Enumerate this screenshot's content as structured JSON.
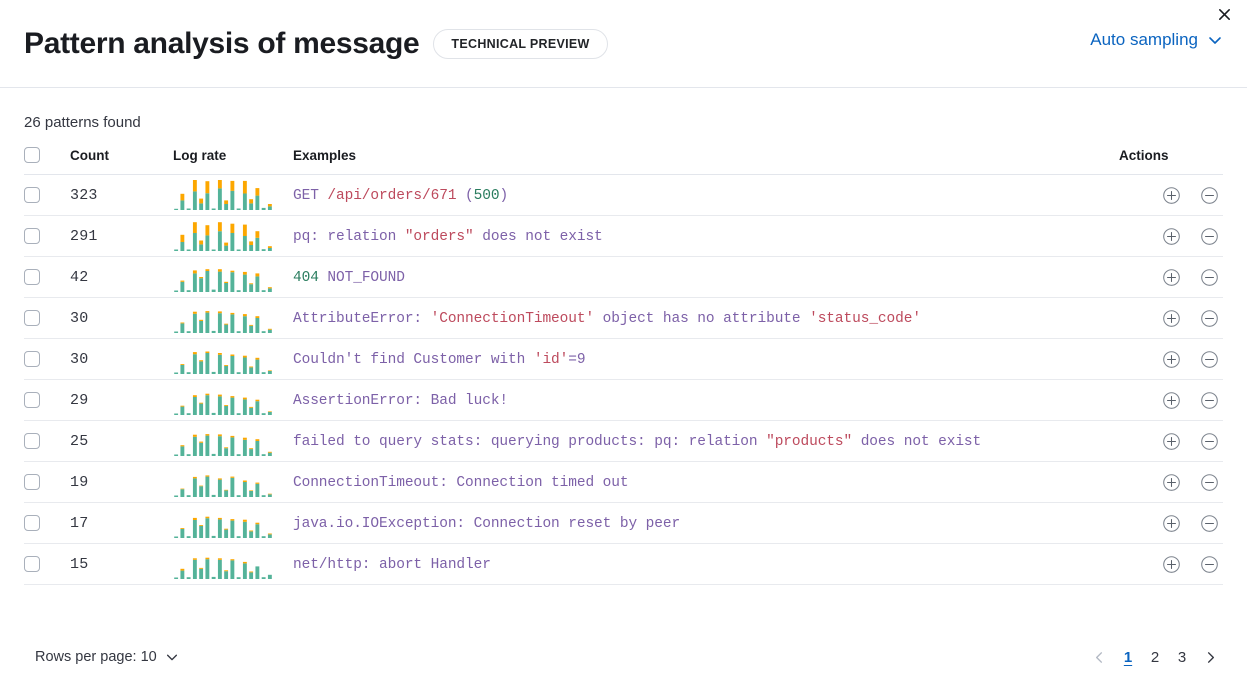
{
  "header": {
    "title": "Pattern analysis of message",
    "badge": "TECHNICAL PREVIEW",
    "sampling_label": "Auto sampling",
    "sampling_chevron_icon": "chevron-down-icon",
    "close_icon": "close-icon"
  },
  "summary": {
    "patterns_found": "26 patterns found"
  },
  "table": {
    "columns": {
      "select": "",
      "count": "Count",
      "log_rate": "Log rate",
      "examples": "Examples",
      "actions": "Actions"
    },
    "action_icons": {
      "include": "plus-in-circle-icon",
      "exclude": "minus-in-circle-icon"
    },
    "colors": {
      "bar_primary": "#54b399",
      "bar_secondary": "#fca700",
      "token_text": "#7d61a8",
      "token_value": "#bd4a5d",
      "token_number": "#2a7d5f",
      "accent": "#0b64c0"
    },
    "rows": [
      {
        "count": "323",
        "example": "GET /api/orders/671 (500)",
        "tokens": [
          {
            "t": "GET ",
            "c": "text"
          },
          {
            "t": "/api/orders/671",
            "c": "value"
          },
          {
            "t": " ",
            "c": "text"
          },
          {
            "t": "(",
            "c": "text"
          },
          {
            "t": "500",
            "c": "number"
          },
          {
            "t": ")",
            "c": "text"
          }
        ],
        "bars": [
          {
            "a": 0.04,
            "b": 0.0
          },
          {
            "a": 0.32,
            "b": 0.22
          },
          {
            "a": 0.05,
            "b": 0.0
          },
          {
            "a": 0.62,
            "b": 0.38
          },
          {
            "a": 0.22,
            "b": 0.16
          },
          {
            "a": 0.56,
            "b": 0.4
          },
          {
            "a": 0.05,
            "b": 0.0
          },
          {
            "a": 0.72,
            "b": 0.28
          },
          {
            "a": 0.2,
            "b": 0.12
          },
          {
            "a": 0.64,
            "b": 0.33
          },
          {
            "a": 0.05,
            "b": 0.0
          },
          {
            "a": 0.55,
            "b": 0.42
          },
          {
            "a": 0.22,
            "b": 0.14
          },
          {
            "a": 0.48,
            "b": 0.25
          },
          {
            "a": 0.07,
            "b": 0.0
          },
          {
            "a": 0.12,
            "b": 0.08
          }
        ]
      },
      {
        "count": "291",
        "example": "pq: relation \"orders\" does not exist",
        "tokens": [
          {
            "t": "pq: relation ",
            "c": "text"
          },
          {
            "t": "\"orders\"",
            "c": "value"
          },
          {
            "t": " does not exist",
            "c": "text"
          }
        ],
        "bars": [
          {
            "a": 0.05,
            "b": 0.0
          },
          {
            "a": 0.3,
            "b": 0.24
          },
          {
            "a": 0.05,
            "b": 0.0
          },
          {
            "a": 0.6,
            "b": 0.36
          },
          {
            "a": 0.22,
            "b": 0.13
          },
          {
            "a": 0.52,
            "b": 0.34
          },
          {
            "a": 0.05,
            "b": 0.0
          },
          {
            "a": 0.66,
            "b": 0.3
          },
          {
            "a": 0.18,
            "b": 0.1
          },
          {
            "a": 0.6,
            "b": 0.31
          },
          {
            "a": 0.05,
            "b": 0.0
          },
          {
            "a": 0.5,
            "b": 0.38
          },
          {
            "a": 0.2,
            "b": 0.12
          },
          {
            "a": 0.44,
            "b": 0.22
          },
          {
            "a": 0.06,
            "b": 0.0
          },
          {
            "a": 0.1,
            "b": 0.06
          }
        ]
      },
      {
        "count": "42",
        "example": "404 NOT_FOUND",
        "tokens": [
          {
            "t": "404",
            "c": "number"
          },
          {
            "t": " NOT_FOUND",
            "c": "text"
          }
        ],
        "bars": [
          {
            "a": 0.05,
            "b": 0.0
          },
          {
            "a": 0.34,
            "b": 0.04
          },
          {
            "a": 0.06,
            "b": 0.0
          },
          {
            "a": 0.62,
            "b": 0.1
          },
          {
            "a": 0.46,
            "b": 0.04
          },
          {
            "a": 0.7,
            "b": 0.06
          },
          {
            "a": 0.08,
            "b": 0.0
          },
          {
            "a": 0.68,
            "b": 0.08
          },
          {
            "a": 0.3,
            "b": 0.04
          },
          {
            "a": 0.66,
            "b": 0.05
          },
          {
            "a": 0.06,
            "b": 0.0
          },
          {
            "a": 0.58,
            "b": 0.09
          },
          {
            "a": 0.26,
            "b": 0.03
          },
          {
            "a": 0.52,
            "b": 0.1
          },
          {
            "a": 0.06,
            "b": 0.0
          },
          {
            "a": 0.12,
            "b": 0.04
          }
        ]
      },
      {
        "count": "30",
        "example": "AttributeError: 'ConnectionTimeout' object has no attribute 'status_code'",
        "tokens": [
          {
            "t": "AttributeError: ",
            "c": "text"
          },
          {
            "t": "'ConnectionTimeout'",
            "c": "value"
          },
          {
            "t": " object has no attribute ",
            "c": "text"
          },
          {
            "t": "'status_code'",
            "c": "value"
          }
        ],
        "bars": [
          {
            "a": 0.05,
            "b": 0.0
          },
          {
            "a": 0.32,
            "b": 0.03
          },
          {
            "a": 0.06,
            "b": 0.0
          },
          {
            "a": 0.64,
            "b": 0.07
          },
          {
            "a": 0.4,
            "b": 0.04
          },
          {
            "a": 0.68,
            "b": 0.05
          },
          {
            "a": 0.07,
            "b": 0.0
          },
          {
            "a": 0.66,
            "b": 0.06
          },
          {
            "a": 0.28,
            "b": 0.03
          },
          {
            "a": 0.62,
            "b": 0.05
          },
          {
            "a": 0.06,
            "b": 0.0
          },
          {
            "a": 0.56,
            "b": 0.07
          },
          {
            "a": 0.24,
            "b": 0.03
          },
          {
            "a": 0.5,
            "b": 0.06
          },
          {
            "a": 0.06,
            "b": 0.0
          },
          {
            "a": 0.11,
            "b": 0.03
          }
        ]
      },
      {
        "count": "30",
        "example": "Couldn't find Customer with 'id'=9",
        "tokens": [
          {
            "t": "Couldn't find Customer with ",
            "c": "text"
          },
          {
            "t": "'id'",
            "c": "value"
          },
          {
            "t": "=9",
            "c": "text"
          }
        ],
        "bars": [
          {
            "a": 0.05,
            "b": 0.0
          },
          {
            "a": 0.3,
            "b": 0.03
          },
          {
            "a": 0.06,
            "b": 0.0
          },
          {
            "a": 0.66,
            "b": 0.07
          },
          {
            "a": 0.42,
            "b": 0.04
          },
          {
            "a": 0.7,
            "b": 0.05
          },
          {
            "a": 0.07,
            "b": 0.0
          },
          {
            "a": 0.64,
            "b": 0.06
          },
          {
            "a": 0.27,
            "b": 0.03
          },
          {
            "a": 0.6,
            "b": 0.05
          },
          {
            "a": 0.06,
            "b": 0.0
          },
          {
            "a": 0.55,
            "b": 0.06
          },
          {
            "a": 0.22,
            "b": 0.03
          },
          {
            "a": 0.48,
            "b": 0.06
          },
          {
            "a": 0.06,
            "b": 0.0
          },
          {
            "a": 0.1,
            "b": 0.02
          }
        ]
      },
      {
        "count": "29",
        "example": "AssertionError: Bad luck!",
        "tokens": [
          {
            "t": "AssertionError: Bad luck!",
            "c": "text"
          }
        ],
        "bars": [
          {
            "a": 0.05,
            "b": 0.0
          },
          {
            "a": 0.28,
            "b": 0.03
          },
          {
            "a": 0.06,
            "b": 0.0
          },
          {
            "a": 0.6,
            "b": 0.06
          },
          {
            "a": 0.38,
            "b": 0.03
          },
          {
            "a": 0.66,
            "b": 0.05
          },
          {
            "a": 0.07,
            "b": 0.0
          },
          {
            "a": 0.62,
            "b": 0.06
          },
          {
            "a": 0.3,
            "b": 0.03
          },
          {
            "a": 0.58,
            "b": 0.05
          },
          {
            "a": 0.06,
            "b": 0.0
          },
          {
            "a": 0.52,
            "b": 0.06
          },
          {
            "a": 0.24,
            "b": 0.03
          },
          {
            "a": 0.46,
            "b": 0.05
          },
          {
            "a": 0.06,
            "b": 0.0
          },
          {
            "a": 0.1,
            "b": 0.02
          }
        ]
      },
      {
        "count": "25",
        "example": "failed to query stats: querying products: pq: relation \"products\" does not exist",
        "tokens": [
          {
            "t": "failed to query stats: querying products: pq: relation ",
            "c": "text"
          },
          {
            "t": "\"products\"",
            "c": "value"
          },
          {
            "t": " does not exist",
            "c": "text"
          }
        ],
        "bars": [
          {
            "a": 0.05,
            "b": 0.0
          },
          {
            "a": 0.32,
            "b": 0.04
          },
          {
            "a": 0.06,
            "b": 0.0
          },
          {
            "a": 0.64,
            "b": 0.07
          },
          {
            "a": 0.44,
            "b": 0.04
          },
          {
            "a": 0.68,
            "b": 0.05
          },
          {
            "a": 0.07,
            "b": 0.0
          },
          {
            "a": 0.66,
            "b": 0.06
          },
          {
            "a": 0.26,
            "b": 0.03
          },
          {
            "a": 0.62,
            "b": 0.05
          },
          {
            "a": 0.06,
            "b": 0.0
          },
          {
            "a": 0.54,
            "b": 0.07
          },
          {
            "a": 0.23,
            "b": 0.03
          },
          {
            "a": 0.5,
            "b": 0.06
          },
          {
            "a": 0.06,
            "b": 0.0
          },
          {
            "a": 0.11,
            "b": 0.03
          }
        ]
      },
      {
        "count": "19",
        "example": "ConnectionTimeout: Connection timed out",
        "tokens": [
          {
            "t": "ConnectionTimeout: Connection timed out",
            "c": "text"
          }
        ],
        "bars": [
          {
            "a": 0.05,
            "b": 0.0
          },
          {
            "a": 0.26,
            "b": 0.02
          },
          {
            "a": 0.06,
            "b": 0.0
          },
          {
            "a": 0.62,
            "b": 0.05
          },
          {
            "a": 0.36,
            "b": 0.02
          },
          {
            "a": 0.68,
            "b": 0.04
          },
          {
            "a": 0.07,
            "b": 0.0
          },
          {
            "a": 0.58,
            "b": 0.04
          },
          {
            "a": 0.22,
            "b": 0.02
          },
          {
            "a": 0.64,
            "b": 0.04
          },
          {
            "a": 0.06,
            "b": 0.0
          },
          {
            "a": 0.5,
            "b": 0.05
          },
          {
            "a": 0.2,
            "b": 0.02
          },
          {
            "a": 0.44,
            "b": 0.04
          },
          {
            "a": 0.06,
            "b": 0.0
          },
          {
            "a": 0.09,
            "b": 0.02
          }
        ]
      },
      {
        "count": "17",
        "example": "java.io.IOException: Connection reset by peer",
        "tokens": [
          {
            "t": "java.io.IOException: Connection reset by peer",
            "c": "text"
          }
        ],
        "bars": [
          {
            "a": 0.05,
            "b": 0.0
          },
          {
            "a": 0.3,
            "b": 0.03
          },
          {
            "a": 0.06,
            "b": 0.0
          },
          {
            "a": 0.6,
            "b": 0.07
          },
          {
            "a": 0.4,
            "b": 0.03
          },
          {
            "a": 0.66,
            "b": 0.05
          },
          {
            "a": 0.07,
            "b": 0.0
          },
          {
            "a": 0.62,
            "b": 0.05
          },
          {
            "a": 0.28,
            "b": 0.03
          },
          {
            "a": 0.58,
            "b": 0.05
          },
          {
            "a": 0.06,
            "b": 0.0
          },
          {
            "a": 0.54,
            "b": 0.07
          },
          {
            "a": 0.22,
            "b": 0.03
          },
          {
            "a": 0.46,
            "b": 0.05
          },
          {
            "a": 0.06,
            "b": 0.0
          },
          {
            "a": 0.12,
            "b": 0.03
          }
        ]
      },
      {
        "count": "15",
        "example": "net/http: abort Handler",
        "tokens": [
          {
            "t": "net/http: abort Handler",
            "c": "text"
          }
        ],
        "bars": [
          {
            "a": 0.05,
            "b": 0.0
          },
          {
            "a": 0.28,
            "b": 0.06
          },
          {
            "a": 0.06,
            "b": 0.0
          },
          {
            "a": 0.64,
            "b": 0.05
          },
          {
            "a": 0.34,
            "b": 0.03
          },
          {
            "a": 0.66,
            "b": 0.05
          },
          {
            "a": 0.07,
            "b": 0.0
          },
          {
            "a": 0.64,
            "b": 0.05
          },
          {
            "a": 0.26,
            "b": 0.03
          },
          {
            "a": 0.62,
            "b": 0.04
          },
          {
            "a": 0.06,
            "b": 0.0
          },
          {
            "a": 0.52,
            "b": 0.05
          },
          {
            "a": 0.22,
            "b": 0.03
          },
          {
            "a": 0.42,
            "b": 0.0
          },
          {
            "a": 0.06,
            "b": 0.0
          },
          {
            "a": 0.14,
            "b": 0.0
          }
        ]
      }
    ]
  },
  "footer": {
    "rows_per_page_label": "Rows per page: 10",
    "rows_chevron_icon": "chevron-down-icon",
    "prev_icon": "chevron-left-icon",
    "next_icon": "chevron-right-icon",
    "pages": [
      "1",
      "2",
      "3"
    ],
    "active_page": "1"
  }
}
